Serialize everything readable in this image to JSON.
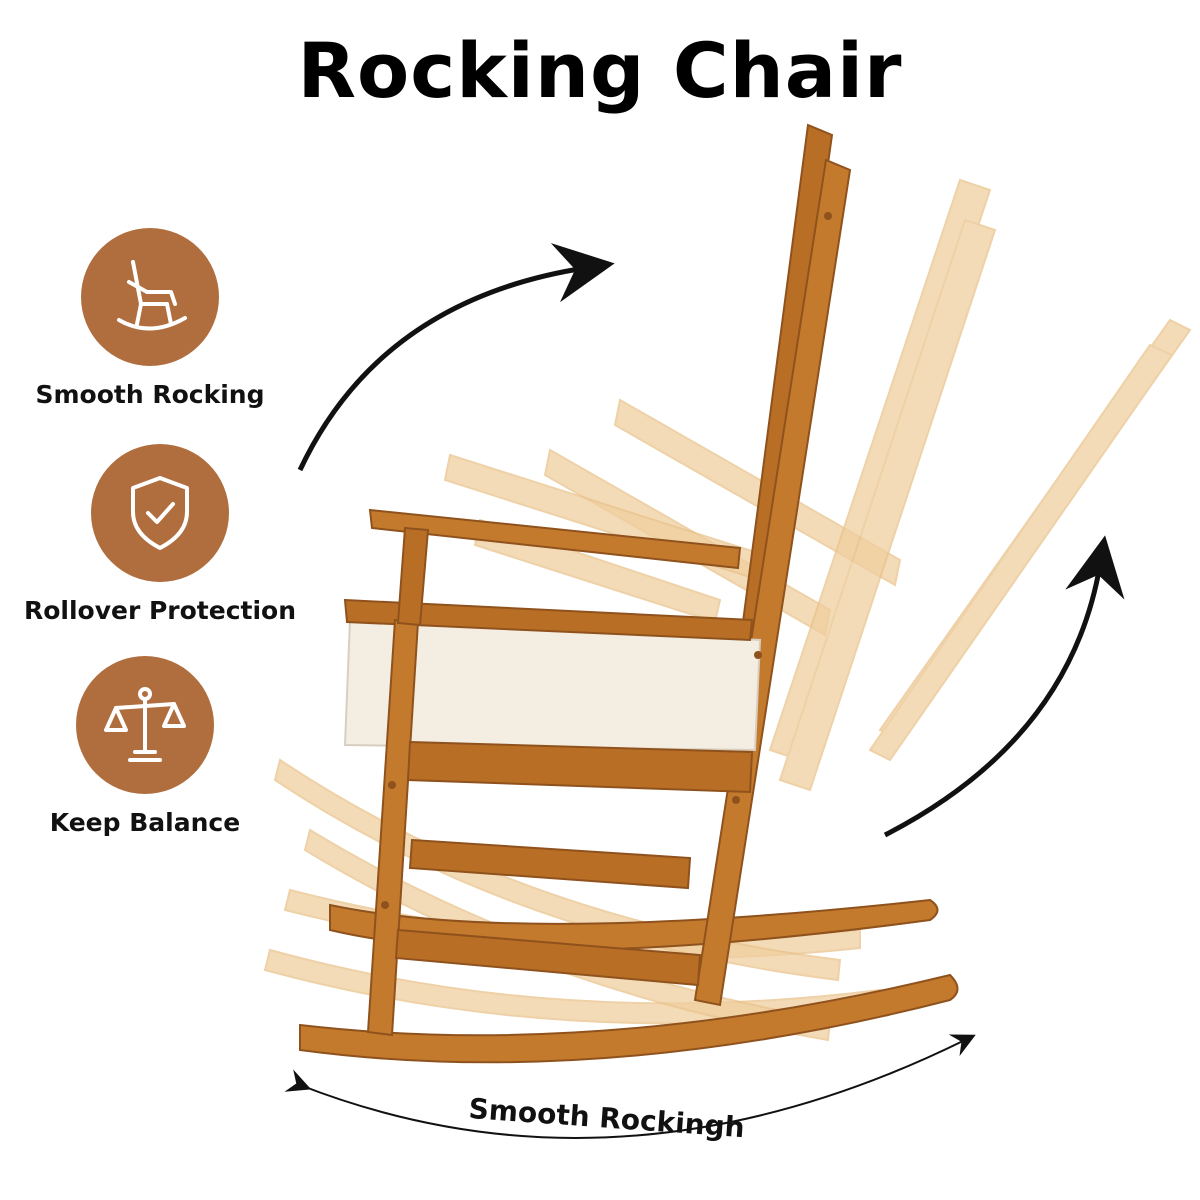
{
  "title": "Rocking Chair",
  "features": [
    {
      "label": "Smooth Rocking",
      "icon": "rocking-chair-icon"
    },
    {
      "label": "Rollover Protection",
      "icon": "shield-check-icon"
    },
    {
      "label": "Keep Balance",
      "icon": "balance-scale-icon"
    }
  ],
  "bottom_label": "Smooth Rockingh",
  "colors": {
    "icon_circle": "#b06e3e",
    "wood": "#c37a2d",
    "wood_dark": "#8f521d",
    "ghost_wood": "#f0cf9f",
    "cushion": "#f3ede2"
  }
}
